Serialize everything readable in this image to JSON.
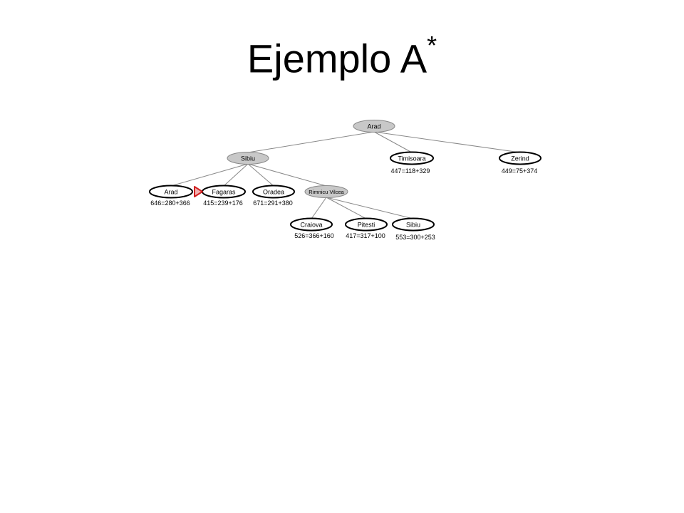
{
  "slide": {
    "title_main": "Ejemplo A",
    "title_sup": "*"
  },
  "tree": {
    "colors": {
      "expanded_fill": "#c8c8c8",
      "frontier_fill": "#ffffff",
      "edge": "#888888",
      "marker": "#d02020"
    },
    "nodes": {
      "arad_root": {
        "label": "Arad"
      },
      "sibiu_1": {
        "label": "Sibiu"
      },
      "timisoara": {
        "label": "Timisoara",
        "cost": "447=118+329"
      },
      "zerind": {
        "label": "Zerind",
        "cost": "449=75+374"
      },
      "arad_2": {
        "label": "Arad",
        "cost": "646=280+366"
      },
      "fagaras": {
        "label": "Fagaras",
        "cost": "415=239+176",
        "marker_icon": "triangle-right-icon"
      },
      "oradea": {
        "label": "Oradea",
        "cost": "671=291+380"
      },
      "rimnicu": {
        "label": "Rimnicu Vilcea"
      },
      "craiova": {
        "label": "Craiova",
        "cost": "526=366+160"
      },
      "pitesti": {
        "label": "Pitesti",
        "cost": "417=317+100"
      },
      "sibiu_2": {
        "label": "Sibiu",
        "cost": "553=300+253"
      }
    }
  }
}
